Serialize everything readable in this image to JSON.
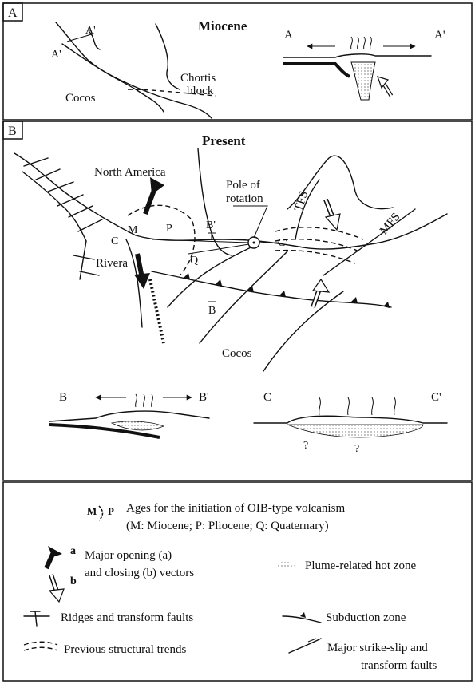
{
  "panel_a": {
    "tag": "A",
    "title": "Miocene",
    "map_labels": {
      "a_prime_upper": "A'",
      "a_prime_lower": "A'",
      "cocos": "Cocos",
      "chortis_line1": "Chortis",
      "chortis_line2": "block"
    },
    "section_left": "A",
    "section_right": "A'"
  },
  "panel_b": {
    "tag": "B",
    "title": "Present",
    "labels": {
      "north_america": "North America",
      "pole_line1": "Pole of",
      "pole_line2": "rotation",
      "tfs": "TFS",
      "mfs": "MFS",
      "m": "M",
      "p": "P",
      "q": "Q",
      "b_prime": "B'",
      "b": "B",
      "c": "C",
      "c_prime": "C'",
      "rivera": "Rivera",
      "cocos": "Cocos"
    },
    "section_b_left": "B",
    "section_b_right": "B'",
    "section_c_left": "C",
    "section_c_right": "C'",
    "question_mark": "?"
  },
  "legend": {
    "age_symbol_m": "M",
    "age_symbol_p": "P",
    "age_line1": "Ages for the initiation of OIB-type volcanism",
    "age_line2": "(M: Miocene; P: Pliocene; Q: Quaternary)",
    "vector_a": "a",
    "vector_b": "b",
    "vector_line1": "Major opening (a)",
    "vector_line2": "and closing (b) vectors",
    "plume": "Plume-related hot zone",
    "ridges": "Ridges and transform faults",
    "subduction": "Subduction zone",
    "previous": "Previous structural trends",
    "strike_line1": "Major strike-slip and",
    "strike_line2": "transform faults"
  }
}
